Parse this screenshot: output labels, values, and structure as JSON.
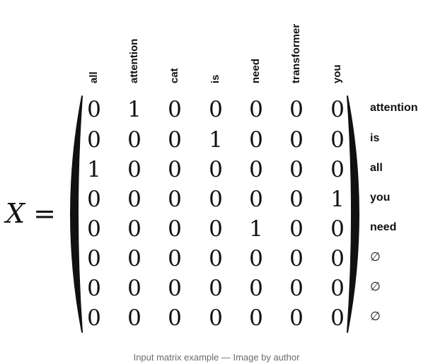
{
  "matrix": {
    "variable": "X",
    "equals": "=",
    "column_labels": [
      "all",
      "attention",
      "cat",
      "is",
      "need",
      "transformer",
      "you"
    ],
    "row_labels": [
      "attention",
      "is",
      "all",
      "you",
      "need",
      "∅",
      "∅",
      "∅"
    ],
    "values": [
      [
        0,
        1,
        0,
        0,
        0,
        0,
        0
      ],
      [
        0,
        0,
        0,
        1,
        0,
        0,
        0
      ],
      [
        1,
        0,
        0,
        0,
        0,
        0,
        0
      ],
      [
        0,
        0,
        0,
        0,
        0,
        0,
        1
      ],
      [
        0,
        0,
        0,
        0,
        1,
        0,
        0
      ],
      [
        0,
        0,
        0,
        0,
        0,
        0,
        0
      ],
      [
        0,
        0,
        0,
        0,
        0,
        0,
        0
      ],
      [
        0,
        0,
        0,
        0,
        0,
        0,
        0
      ]
    ]
  },
  "caption": "Input matrix example — Image by author"
}
